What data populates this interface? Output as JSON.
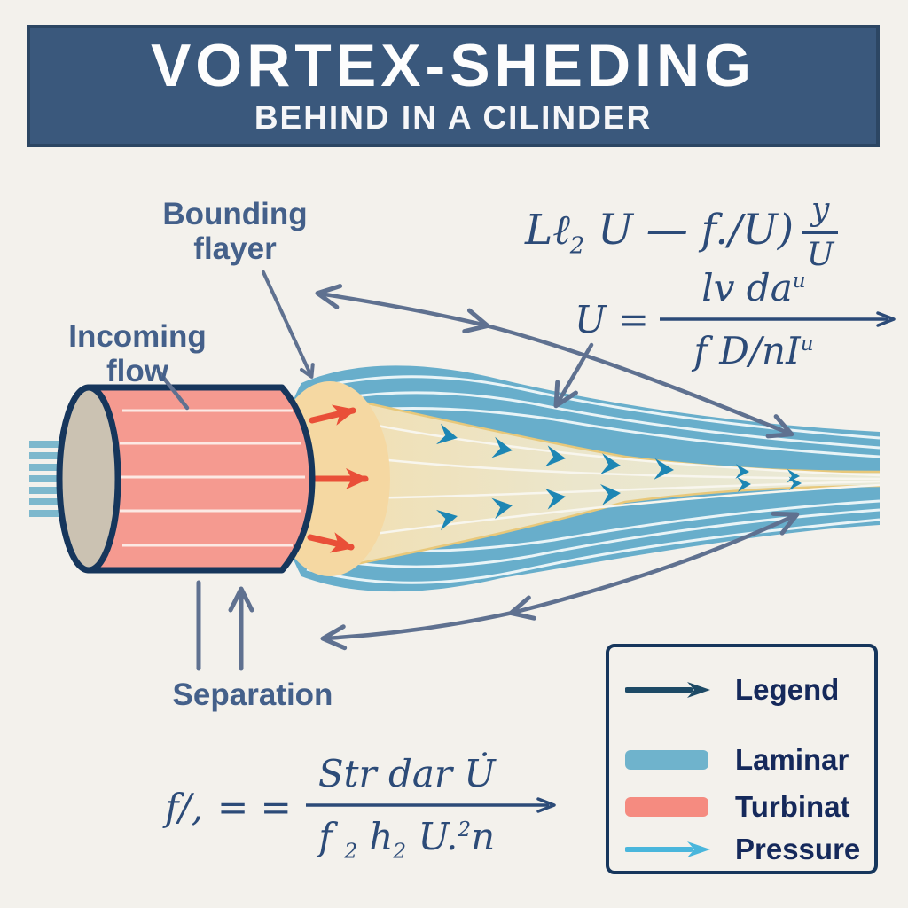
{
  "banner": {
    "title": "VORTEX-SHEDING",
    "subtitle": "BEHIND IN A CILINDER"
  },
  "labels": {
    "boundary_layer": {
      "line1": "Bounding",
      "line2": "flayer"
    },
    "incoming_flow": {
      "line1": "Incoming",
      "line2": "flow"
    },
    "separation": "Separation"
  },
  "formulas": {
    "strouhal_top": {
      "lhs_base": "Lℓ",
      "lhs_sub": "2",
      "lhs_rest": " U — f./U)",
      "frac_num": "y",
      "frac_den": "U"
    },
    "velocity": {
      "lhs": "U =",
      "num": "lv da",
      "num_sup": "u",
      "den": "f D/nI",
      "den_sup": "u"
    },
    "frequency": {
      "lhs": "f/,",
      "eq": "= =",
      "num": "Str dar U̇",
      "den_f": "f ",
      "den_sub1": "2",
      "den_h": " h",
      "den_sub2": "2",
      "den_u": " U.",
      "den_sup": "2",
      "den_n": "n"
    }
  },
  "legend": {
    "items": [
      {
        "icon": "dark-arrow",
        "label": "Legend"
      },
      {
        "icon": "blue-swatch",
        "label": "Laminar"
      },
      {
        "icon": "red-swatch",
        "label": "Turbinat"
      },
      {
        "icon": "light-arrow",
        "label": "Pressure"
      }
    ]
  },
  "colors": {
    "background": "#f3f1ec",
    "banner_navy": "#3a587c",
    "label_slate": "#44608a",
    "formula_navy": "#2c4b78",
    "laminar_blue": "#68aecb",
    "wake_cream": "#f0dfb4",
    "bulge_yellow": "#f5d8a2",
    "cylinder_pink": "#f59a90",
    "cylinder_cap_beige": "#cbc2b2",
    "outline_navy": "#16365c",
    "red_arrow": "#e94f38",
    "chevron_blue": "#1d86b4",
    "annotation_slate": "#5f7190",
    "legend_dark_arrow": "#1d4a66",
    "pressure_light_blue": "#49b6dc"
  }
}
